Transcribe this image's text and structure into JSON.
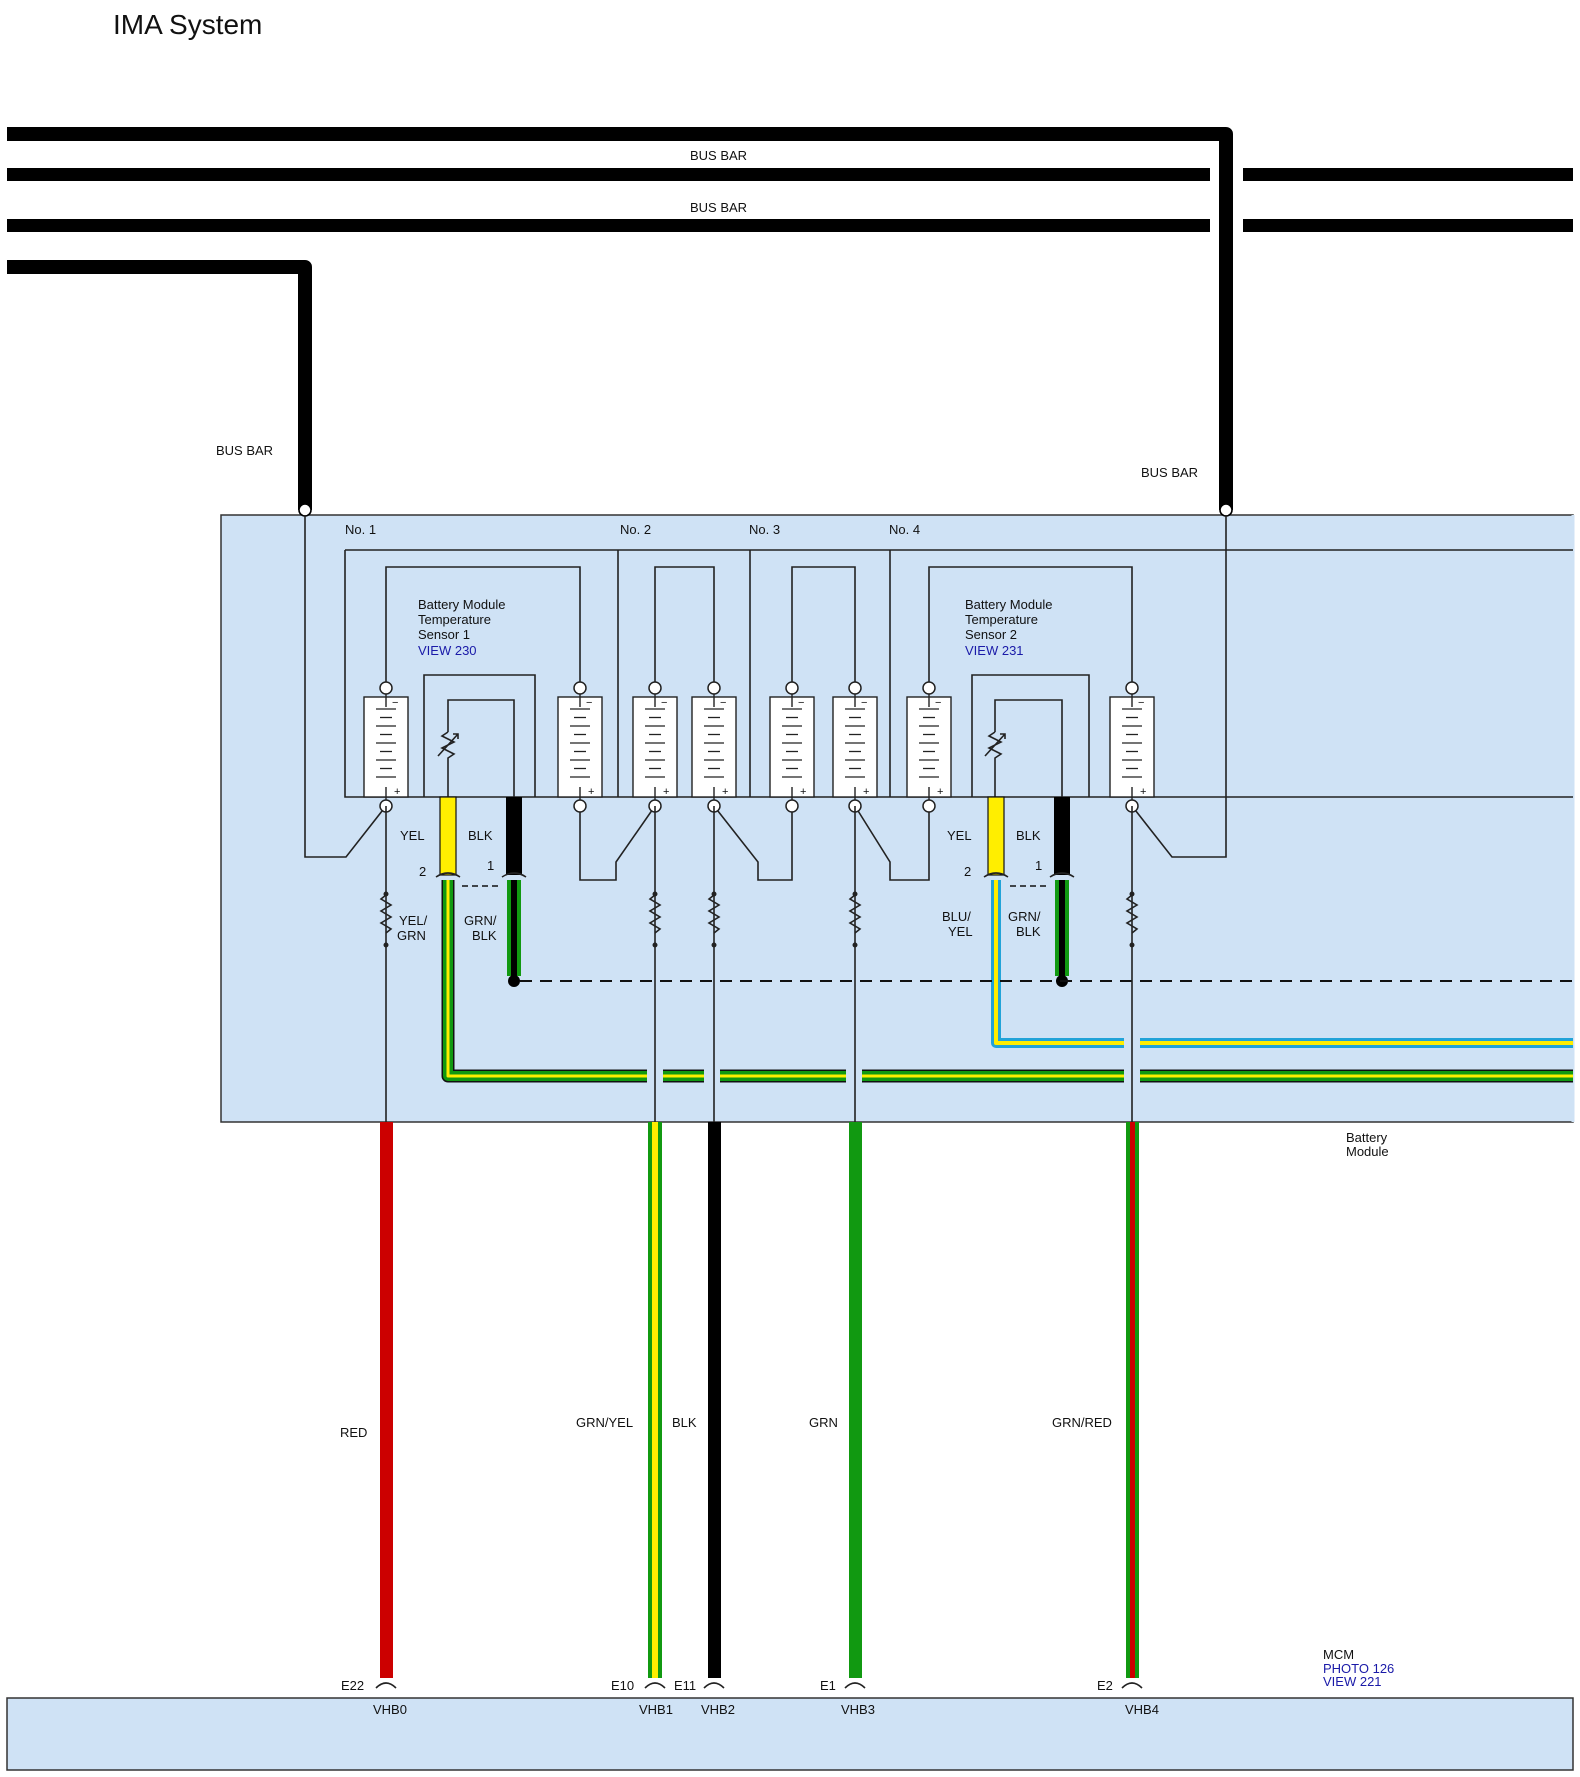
{
  "title": "IMA System",
  "colors": {
    "panel": "#cfe2f5",
    "red": "#cc0000",
    "green": "#119911",
    "yellow": "#ffee00",
    "black": "#000000",
    "blue": "#22a3d8",
    "link": "#1a1aa8"
  },
  "bus_bar_labels": [
    "BUS BAR",
    "BUS BAR",
    "BUS BAR",
    "BUS BAR"
  ],
  "battery_module": {
    "label_line1": "Battery",
    "label_line2": "Module",
    "cell_groups": [
      "No. 1",
      "No. 2",
      "No. 3",
      "No. 4"
    ],
    "sensors": [
      {
        "name_line1": "Battery Module",
        "name_line2": "Temperature",
        "name_line3": "Sensor 1",
        "view": "VIEW 230",
        "pins": [
          "2",
          "1"
        ],
        "wires_top": [
          "YEL",
          "BLK"
        ],
        "wires_bottom_1": [
          "YEL/",
          "GRN"
        ],
        "wires_bottom_2": [
          "GRN/",
          "BLK"
        ]
      },
      {
        "name_line1": "Battery Module",
        "name_line2": "Temperature",
        "name_line3": "Sensor 2",
        "view": "VIEW 231",
        "pins": [
          "2",
          "1"
        ],
        "wires_top": [
          "YEL",
          "BLK"
        ],
        "wires_bottom_1": [
          "BLU/",
          "YEL"
        ],
        "wires_bottom_2": [
          "GRN/",
          "BLK"
        ]
      }
    ]
  },
  "output_wires": [
    {
      "color_label": "RED",
      "terminal": "E22",
      "pin": "VHB0"
    },
    {
      "color_label": "GRN/YEL",
      "terminal": "E10",
      "pin": "VHB1"
    },
    {
      "color_label": "BLK",
      "terminal": "E11",
      "pin": "VHB2"
    },
    {
      "color_label": "GRN",
      "terminal": "E1",
      "pin": "VHB3"
    },
    {
      "color_label": "GRN/RED",
      "terminal": "E2",
      "pin": "VHB4"
    }
  ],
  "mcm": {
    "label": "MCM",
    "photo": "PHOTO 126",
    "view": "VIEW 221"
  }
}
